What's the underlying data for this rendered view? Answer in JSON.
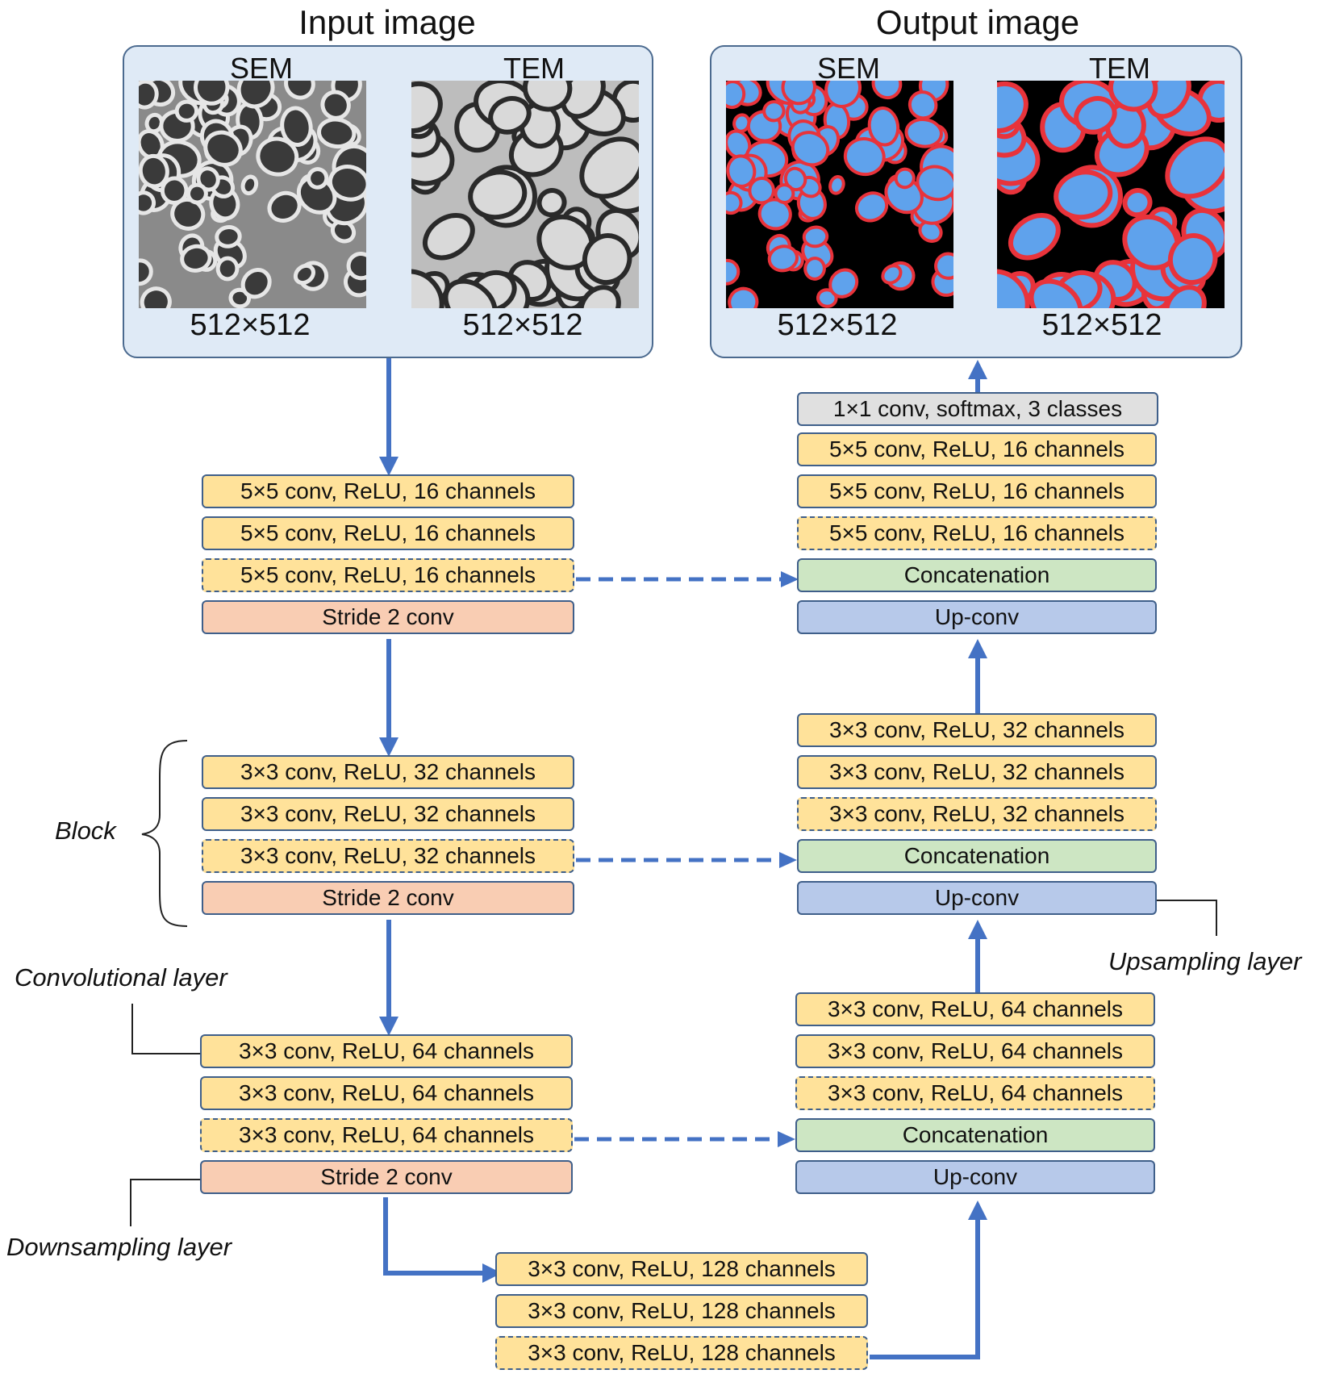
{
  "headings": {
    "input": "Input image",
    "output": "Output image"
  },
  "input_panel": {
    "left_modality": "SEM",
    "right_modality": "TEM",
    "left_size": "512×512",
    "right_size": "512×512"
  },
  "output_panel": {
    "left_modality": "SEM",
    "right_modality": "TEM",
    "left_size": "512×512",
    "right_size": "512×512"
  },
  "encoder": {
    "block1": {
      "l1": "5×5 conv, ReLU, 16 channels",
      "l2": "5×5 conv, ReLU, 16 channels",
      "l3": "5×5 conv, ReLU, 16 channels",
      "down": "Stride 2 conv"
    },
    "block2": {
      "l1": "3×3 conv, ReLU, 32 channels",
      "l2": "3×3 conv, ReLU, 32 channels",
      "l3": "3×3 conv, ReLU, 32 channels",
      "down": "Stride 2 conv"
    },
    "block3": {
      "l1": "3×3 conv, ReLU, 64 channels",
      "l2": "3×3 conv, ReLU, 64 channels",
      "l3": "3×3 conv, ReLU, 64 channels",
      "down": "Stride 2 conv"
    }
  },
  "bottleneck": {
    "l1": "3×3 conv, ReLU, 128 channels",
    "l2": "3×3 conv, ReLU, 128 channels",
    "l3": "3×3 conv, ReLU, 128 channels"
  },
  "decoder": {
    "block3": {
      "up": "Up-conv",
      "concat": "Concatenation",
      "l1": "3×3 conv, ReLU, 64 channels",
      "l2": "3×3 conv, ReLU, 64 channels",
      "l3": "3×3 conv, ReLU, 64 channels"
    },
    "block2": {
      "up": "Up-conv",
      "concat": "Concatenation",
      "l1": "3×3 conv, ReLU, 32 channels",
      "l2": "3×3 conv, ReLU, 32 channels",
      "l3": "3×3 conv, ReLU, 32 channels"
    },
    "block1": {
      "up": "Up-conv",
      "concat": "Concatenation",
      "l1": "5×5 conv, ReLU, 16 channels",
      "l2": "5×5 conv, ReLU, 16 channels",
      "l3": "5×5 conv, ReLU, 16 channels"
    },
    "final": "1×1 conv, softmax, 3 classes"
  },
  "annotations": {
    "block": "Block",
    "conv_layer": "Convolutional layer",
    "down_layer": "Downsampling layer",
    "up_layer": "Upsampling layer"
  },
  "colors": {
    "arrow": "#4472c4",
    "conv": "#ffe29a",
    "stride": "#f9cdb3",
    "concat": "#cde6c3",
    "upconv": "#b7c9ea",
    "softmax": "#e0e0e0",
    "panel": "#dfeaf6",
    "myelin": "#e8333b",
    "axon": "#5fa2ec",
    "background": "#000000"
  }
}
